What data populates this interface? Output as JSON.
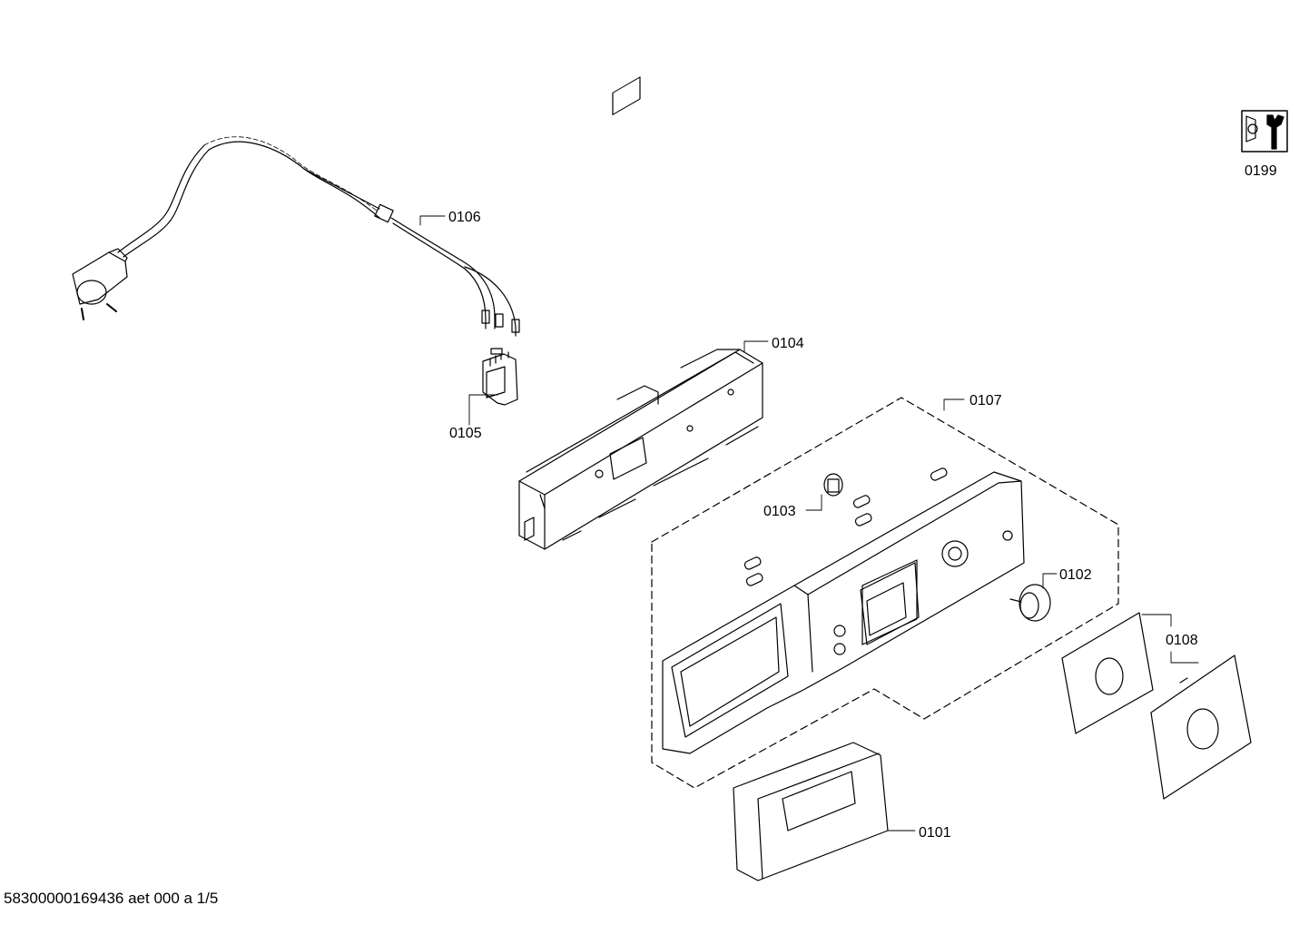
{
  "footer_code": "58300000169436 aet 000 a 1/5",
  "parts": [
    {
      "id": "0101"
    },
    {
      "id": "0102"
    },
    {
      "id": "0103"
    },
    {
      "id": "0104"
    },
    {
      "id": "0105"
    },
    {
      "id": "0106"
    },
    {
      "id": "0107"
    },
    {
      "id": "0108"
    },
    {
      "id": "0199"
    }
  ],
  "service_icon": "wrench-nut-icon",
  "line_color": "#000000"
}
